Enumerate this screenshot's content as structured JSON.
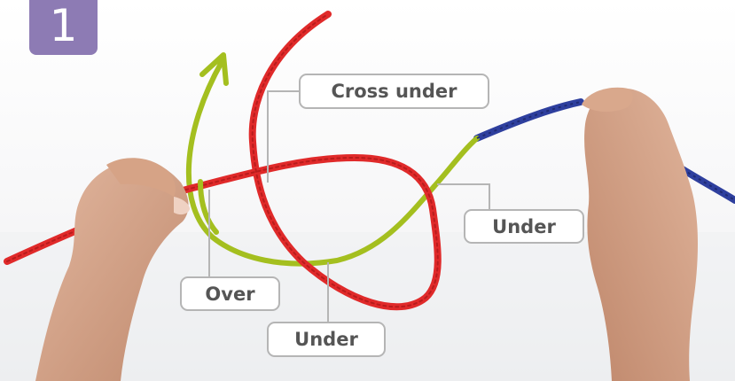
{
  "step": {
    "number": "1"
  },
  "labels": {
    "cross_under": "Cross under",
    "under_right": "Under",
    "over": "Over",
    "under_bottom": "Under"
  },
  "colors": {
    "badge": "#8d7bb4",
    "working_end_rope": "#e02a2a",
    "standing_rope": "#2e3f9e",
    "path_arrow": "#a4bf1f",
    "callout_border": "#b5b5b5",
    "callout_text": "#555555"
  }
}
